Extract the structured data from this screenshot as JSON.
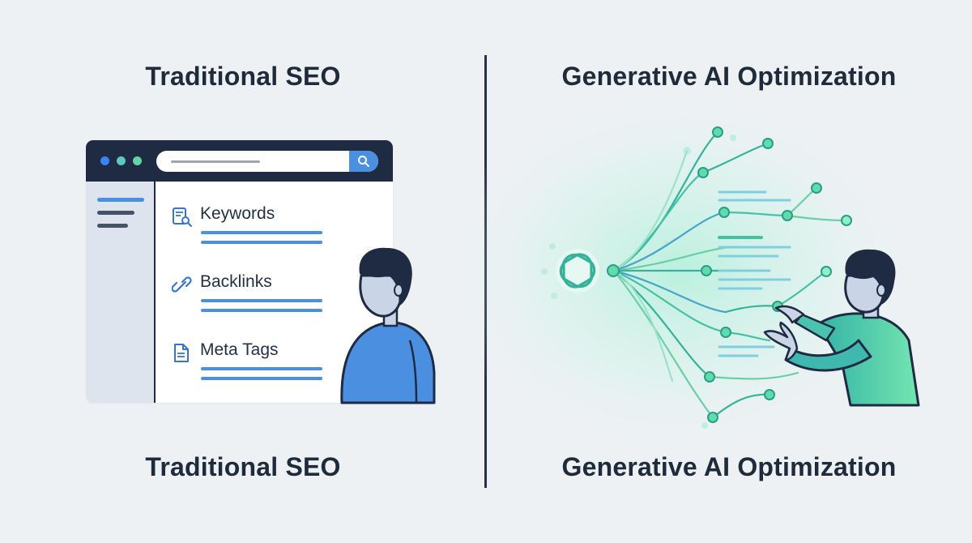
{
  "left": {
    "title_top": "Traditional SEO",
    "title_bottom": "Traditional SEO",
    "items": [
      {
        "label": "Keywords",
        "icon": "keyword-search-icon"
      },
      {
        "label": "Backlinks",
        "icon": "link-icon"
      },
      {
        "label": "Meta Tags",
        "icon": "document-icon"
      }
    ]
  },
  "right": {
    "title_top": "Generative AI Optimization",
    "title_bottom": "Generative AI Optimization",
    "logo": "ai-knot-logo"
  },
  "colors": {
    "dark": "#1e2b42",
    "blue": "#4a8fe0",
    "teal": "#34b39a",
    "mint": "#5fdcaa",
    "background": "#eef1f4"
  }
}
